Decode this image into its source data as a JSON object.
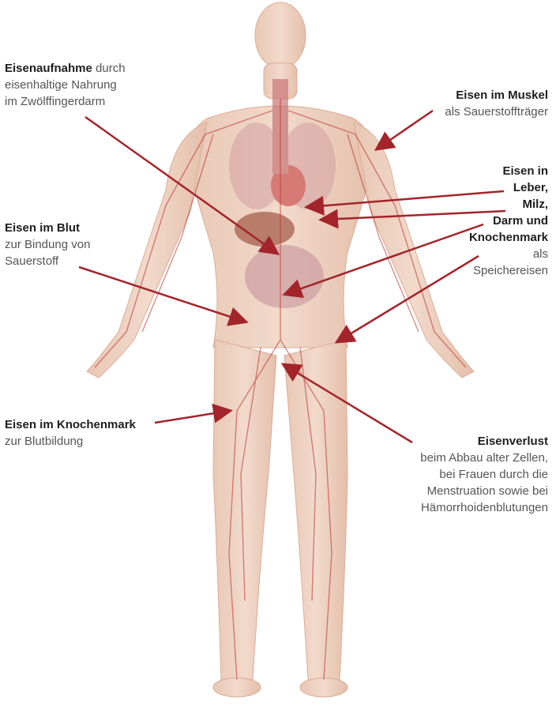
{
  "colors": {
    "arrow": "#a3242b",
    "skin": "#e9c7b4",
    "skin_dark": "#d9a48b",
    "vessel": "#b8302c",
    "organ": "#c58a8a"
  },
  "labels": {
    "aufnahme": {
      "bold": "Eisenaufnahme",
      "rest1": " durch",
      "line2": "eisenhaltige Nahrung",
      "line3": "im Zwölffingerdarm"
    },
    "muskel": {
      "bold": "Eisen im Muskel",
      "line2": "als Sauerstoffträger"
    },
    "blut": {
      "bold": "Eisen im Blut",
      "line2": "zur Bindung von",
      "line3": "Sauerstoff"
    },
    "speicher": {
      "b1": "Eisen in",
      "b2": "Leber,",
      "b3": "Milz,",
      "b4": "Darm und",
      "b5": "Knochenmark",
      "l6": "als",
      "l7": "Speichereisen"
    },
    "knochenmark": {
      "bold": "Eisen im Knochenmark",
      "line2": "zur Blutbildung"
    },
    "verlust": {
      "bold": "Eisenverlust",
      "line2": "beim Abbau alter Zellen,",
      "line3": "bei Frauen durch die",
      "line4": "Menstruation sowie bei",
      "line5": "Hämorrhoidenblutungen"
    }
  }
}
